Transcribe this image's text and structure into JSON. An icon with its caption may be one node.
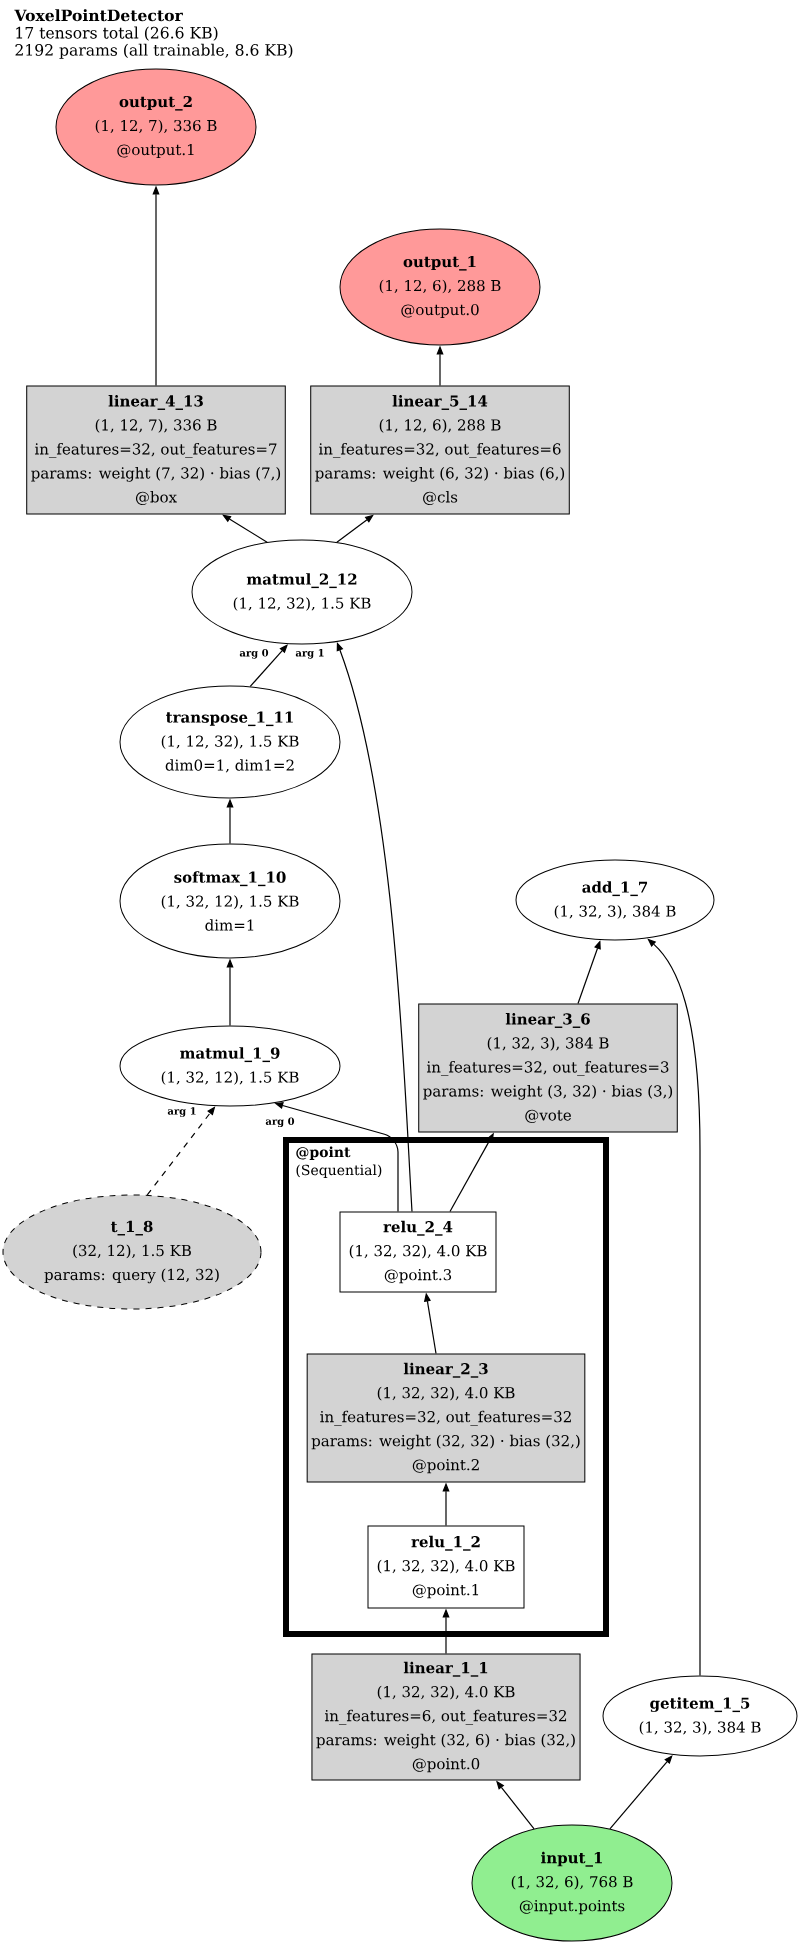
{
  "diagram": {
    "title": "VoxelPointDetector",
    "nodes": [
      {
        "text": [
          "output_2",
          "(1, 12, 7), 336 B",
          "@output.1"
        ]
      },
      {
        "text": [
          "output_1",
          "(1, 12, 6), 288 B",
          "@output.0"
        ]
      },
      {
        "text": [
          "linear_4_13",
          "(1, 12, 7), 336 B",
          "in_features=32, out_features=7",
          "params: weight (7, 32) · bias (7,)",
          "@box"
        ]
      },
      {
        "text": [
          "linear_5_14",
          "(1, 12, 6), 288 B",
          "in_features=32, out_features=6",
          "params: weight (6, 32) · bias (6,)",
          "@cls"
        ]
      },
      {
        "text": [
          "matmul_2_12",
          "(1, 12, 32), 1.5 KB"
        ]
      },
      {
        "text": [
          "transpose_1_11",
          "(1, 12, 32), 1.5 KB",
          "dim0=1, dim1=2"
        ]
      },
      {
        "text": [
          "softmax_1_10",
          "(1, 32, 12), 1.5 KB",
          "dim=1"
        ]
      },
      {
        "text": [
          "add_1_7",
          "(1, 32, 3), 384 B"
        ]
      },
      {
        "text": [
          "linear_3_6",
          "(1, 32, 3), 384 B",
          "in_features=32, out_features=3",
          "params: weight (3, 32) · bias (3,)",
          "@vote"
        ]
      },
      {
        "text": [
          "matmul_1_9",
          "(1, 32, 12), 1.5 KB"
        ]
      },
      {
        "text": [
          "@point",
          "(Sequential)"
        ]
      },
      {
        "text": [
          "t_1_8",
          "(32, 12), 1.5 KB",
          "params: query (12, 32)"
        ]
      },
      {
        "text": [
          "relu_2_4",
          "(1, 32, 32), 4.0 KB",
          "@point.3"
        ],
        "in": 10
      },
      {
        "text": [
          "linear_2_3",
          "(1, 32, 32), 4.0 KB",
          "in_features=32, out_features=32",
          "params: weight (32, 32) · bias (32,)",
          "@point.2"
        ],
        "in": 10
      },
      {
        "text": [
          "relu_1_2",
          "(1, 32, 32), 4.0 KB",
          "@point.1"
        ],
        "in": 10
      },
      {
        "text": [
          "linear_1_1",
          "(1, 32, 32), 4.0 KB",
          "in_features=6, out_features=32",
          "params: weight (32, 6) · bias (32,)",
          "@point.0"
        ]
      },
      {
        "text": [
          "getitem_1_5",
          "(1, 32, 3), 384 B"
        ]
      },
      {
        "text": [
          "input_1",
          "(1, 32, 6), 768 B",
          "@input.points"
        ]
      }
    ],
    "edges": [
      {
        "from": 17,
        "to": 15,
        "arrow": "to"
      },
      {
        "from": 17,
        "to": 16,
        "arrow": "to"
      },
      {
        "from": 15,
        "to": 14,
        "arrow": "to"
      },
      {
        "from": 14,
        "to": 13,
        "arrow": "to"
      },
      {
        "from": 13,
        "to": 12,
        "arrow": "to"
      },
      {
        "from": 12,
        "to": 8,
        "arrow": "to"
      },
      {
        "from": 12,
        "to": 9,
        "arrow": "to",
        "label": "arg 0"
      },
      {
        "from": 12,
        "to": 4,
        "arrow": "to",
        "label": "arg 1"
      },
      {
        "from": 8,
        "to": 7,
        "arrow": "to"
      },
      {
        "from": 16,
        "to": 7,
        "arrow": "to"
      },
      {
        "from": 11,
        "to": 9,
        "arrow": "to",
        "label": "arg 1",
        "style": "dashed"
      },
      {
        "from": 9,
        "to": 6,
        "arrow": "to"
      },
      {
        "from": 6,
        "to": 5,
        "arrow": "to"
      },
      {
        "from": 5,
        "to": 4,
        "arrow": "to",
        "label": "arg 0"
      },
      {
        "from": 4,
        "to": 2,
        "arrow": "to"
      },
      {
        "from": 4,
        "to": 3,
        "arrow": "to"
      },
      {
        "from": 2,
        "to": 0,
        "arrow": "to"
      },
      {
        "from": 3,
        "to": 1,
        "arrow": "to"
      }
    ],
    "labels": [
      "17 tensors total (26.6 KB)",
      "2192 params (all trainable, 8.6 KB)"
    ]
  }
}
